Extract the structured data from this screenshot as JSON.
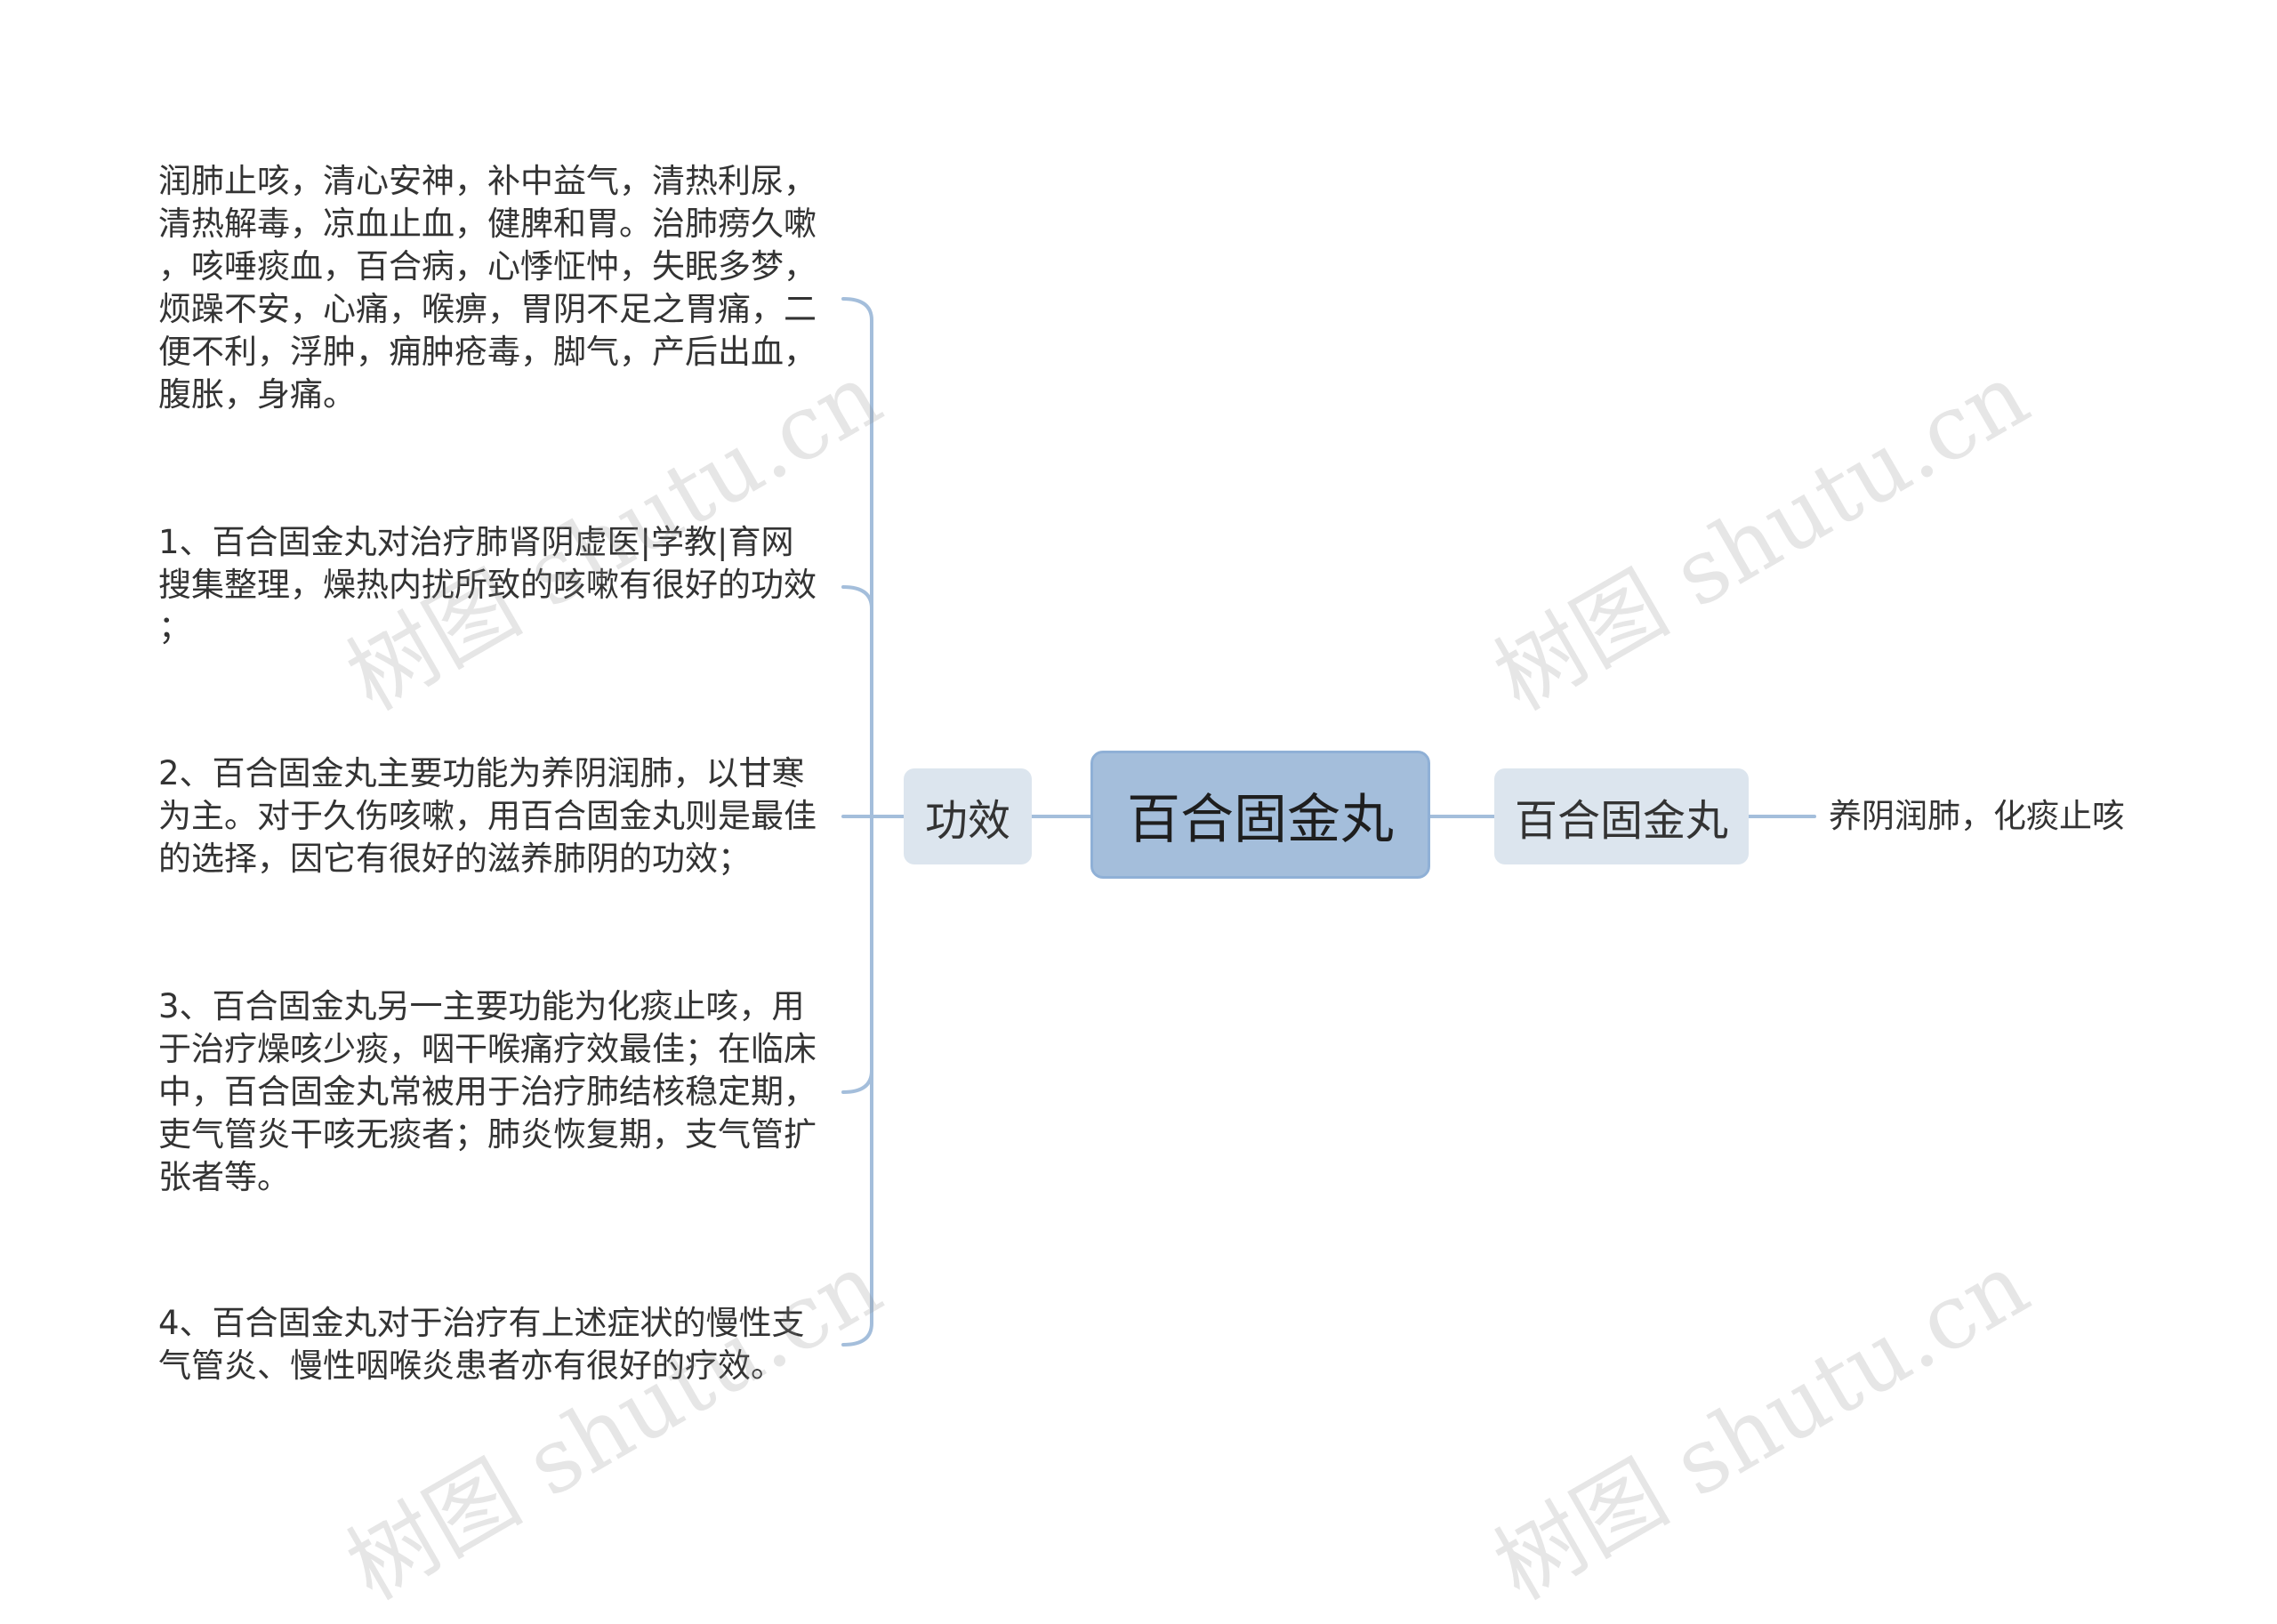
{
  "root": {
    "label": "百合固金丸"
  },
  "branches": {
    "effects": {
      "label": "功效"
    },
    "name": {
      "label": "百合固金丸"
    }
  },
  "right_leaf": {
    "text": "养阴润肺，化痰止咳"
  },
  "left_leaves": [
    {
      "lines": [
        "润肺止咳，清心安神，补中益气，清热利尿，",
        "清热解毒，凉血止血，健脾和胃。治肺痨久嗽",
        "，咳唾痰血，百合病，心悸怔忡，失眠多梦，",
        "烦躁不安，心痛，喉痹，胃阴不足之胃痛，二",
        "便不利，浮肿，痈肿疮毒，脚气，产后出血，",
        "腹胀，身痛。"
      ]
    },
    {
      "lines": [
        "1、百合固金丸对治疗肺肾阴虚医|学教|育网",
        "搜集整理，燥热内扰所致的咳嗽有很好的功效",
        "；"
      ]
    },
    {
      "lines": [
        "2、百合固金丸主要功能为养阴润肺，以甘寒",
        "为主。对于久伤咳嗽，用百合固金丸则是最佳",
        "的选择，因它有很好的滋养肺阴的功效；"
      ]
    },
    {
      "lines": [
        "3、百合固金丸另一主要功能为化痰止咳，用",
        "于治疗燥咳少痰，咽干喉痛疗效最佳；在临床",
        "中，百合固金丸常被用于治疗肺结核稳定期，",
        "吏气管炎干咳无痰者；肺炎恢复期，支气管扩",
        "张者等。"
      ]
    },
    {
      "lines": [
        "4、百合固金丸对于治疗有上述症状的慢性支",
        "气管炎、慢性咽喉炎患者亦有很好的疗效。"
      ]
    }
  ],
  "watermark": "树图 shutu.cn",
  "colors": {
    "root_fill": "#a4bedb",
    "branch_fill": "#dce5ee",
    "connector": "#a4bedb"
  }
}
